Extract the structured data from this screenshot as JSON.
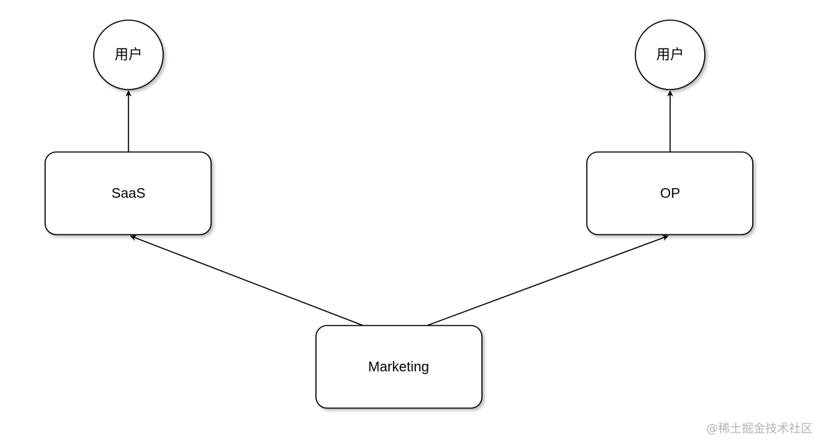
{
  "nodes": {
    "user_left": "用户",
    "user_right": "用户",
    "saas": "SaaS",
    "op": "OP",
    "marketing": "Marketing"
  },
  "edges": [
    {
      "from": "saas",
      "to": "user_left"
    },
    {
      "from": "op",
      "to": "user_right"
    },
    {
      "from": "marketing",
      "to": "saas"
    },
    {
      "from": "marketing",
      "to": "op"
    }
  ],
  "watermark": "@稀土掘金技术社区"
}
